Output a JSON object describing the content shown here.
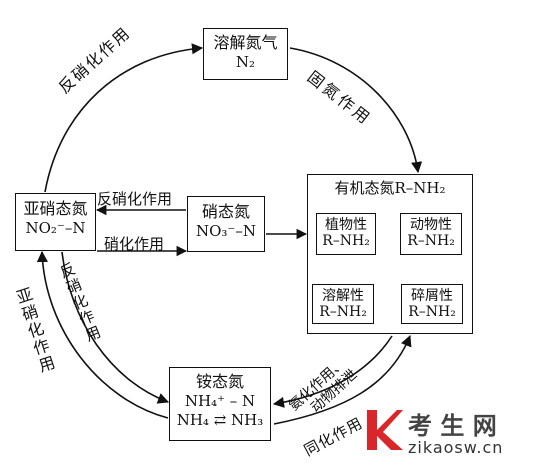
{
  "nodes": {
    "dissolved_n2": {
      "line1": "溶解氮气",
      "line2": "N₂"
    },
    "nitrite": {
      "line1": "亚硝态氮",
      "line2": "NO₂⁻–N"
    },
    "nitrate": {
      "line1": "硝态氮",
      "line2": "NO₃⁻–N"
    },
    "organic": {
      "title": "有机态氮R–NH₂"
    },
    "plant": {
      "line1": "植物性",
      "line2": "R–NH₂"
    },
    "animal": {
      "line1": "动物性",
      "line2": "R–NH₂"
    },
    "dissolved_org": {
      "line1": "溶解性",
      "line2": "R–NH₂"
    },
    "detritus": {
      "line1": "碎屑性",
      "line2": "R–NH₂"
    },
    "ammonium": {
      "line1": "铵态氮",
      "line2": "NH₄⁺ – N",
      "line3": "NH₄ ⇄ NH₃"
    }
  },
  "edges": {
    "denitrification_top": "反硝化作用",
    "fixation": "固氮作用",
    "denitrification_mid": "反硝化作用",
    "nitrification_mid": "硝化作用",
    "denitrification_left": "反硝化作用",
    "nitrite_formation": "亚硝化作用",
    "ammonification": "氨化作用、",
    "excretion": "动物排泄",
    "assimilation": "同化作用"
  },
  "watermark": {
    "brand": "考 生 网",
    "url": "zikaosw.cn"
  }
}
